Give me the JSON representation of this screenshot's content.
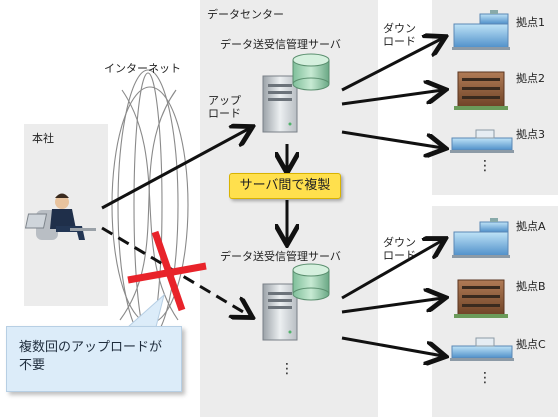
{
  "head_office": {
    "label": "本社"
  },
  "internet": {
    "label": "インターネット"
  },
  "datacenter": {
    "label": "データセンター",
    "server1_label": "データ送受信管理サーバ",
    "server2_label": "データ送受信管理サーバ",
    "upload_label": "アップ\nロード",
    "replicate_label": "サーバ間で複製",
    "ellipsis": "⋮"
  },
  "branches_group1": {
    "download_label": "ダウン\nロード",
    "items": [
      "拠点1",
      "拠点2",
      "拠点3"
    ],
    "ellipsis": "⋮"
  },
  "branches_group2": {
    "download_label": "ダウン\nロード",
    "items": [
      "拠点A",
      "拠点B",
      "拠点C"
    ],
    "ellipsis": "⋮"
  },
  "callout": {
    "text": "複数回のアップロードが不要"
  },
  "colors": {
    "panel": "#ececec",
    "arrow": "#111111",
    "cross": "#e8232a",
    "callout_bg": "#dcecf9",
    "badge_bg": "#ffe04d"
  }
}
